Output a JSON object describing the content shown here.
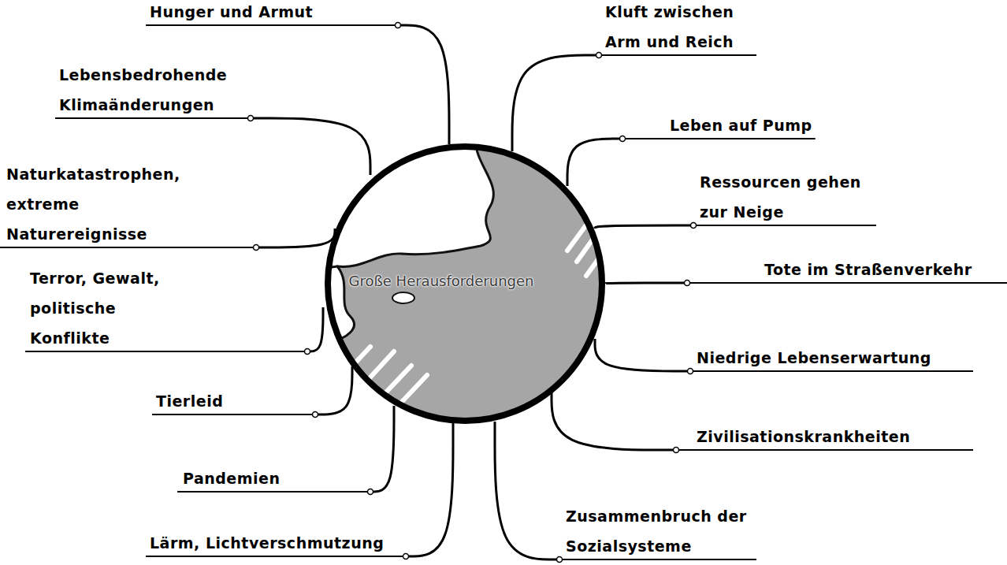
{
  "diagram": {
    "nodes": [
      {
        "text": [
          "Große Herausforderungen"
        ]
      }
    ],
    "labels": [
      "Hunger und Armut",
      "Kluft zwischen Arm und Reich",
      "Leben auf Pump",
      "Ressourcen gehen zur Neige",
      "Tote im Straßenverkehr",
      "Niedrige Lebenserwartung",
      "Zivilisationskrankheiten",
      "Zusammenbruch der Sozialsysteme",
      "Lärm, Lichtverschmutzung",
      "Pandemien",
      "Tierleid",
      "Terror, Gewalt, politische Konflikte",
      "Naturkatastrophen, extreme Naturereignisse",
      "Lebensbedrohende Klimaänderungen"
    ]
  }
}
